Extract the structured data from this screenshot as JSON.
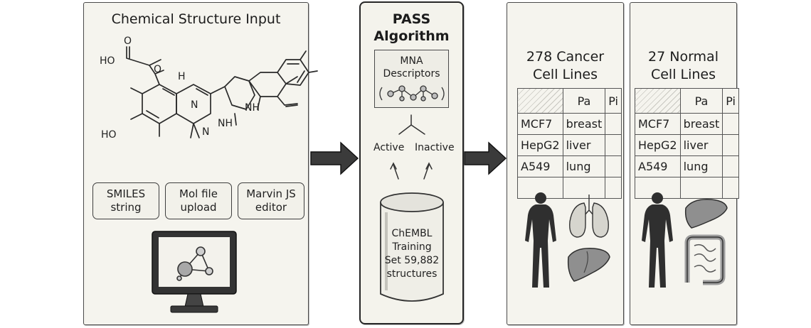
{
  "input_panel": {
    "title": "Chemical Structure Input",
    "molecule_labels": {
      "carbonyl_o": "O",
      "acid_ho": "HO",
      "alcohol_o": "O",
      "alcohol_h": "H",
      "phenol_ho": "HO",
      "ring_n1": "N",
      "ring_nh": "NH",
      "ring_n2": "N",
      "ring_nh2": "NH"
    },
    "options": [
      {
        "label": "SMILES\nstring"
      },
      {
        "label": "Mol file\nupload"
      },
      {
        "label": "Marvin JS\neditor"
      }
    ]
  },
  "pass_panel": {
    "title": "PASS\nAlgorithm",
    "descriptor_label": "MNA\nDescriptors",
    "active_label": "Active",
    "inactive_label": "Inactive",
    "database_label": "ChEMBL\nTraining\nSet 59,882\nstructures"
  },
  "cancer_panel": {
    "title": "278 Cancer\nCell Lines",
    "headers": [
      "",
      "Pa",
      "Pi"
    ],
    "rows": [
      {
        "name": "MCF7",
        "tissue": "breast"
      },
      {
        "name": "HepG2",
        "tissue": "liver"
      },
      {
        "name": "A549",
        "tissue": "lung"
      }
    ]
  },
  "normal_panel": {
    "title": "27 Normal\nCell Lines",
    "headers": [
      "",
      "Pa",
      "Pi"
    ],
    "rows": [
      {
        "name": "MCF7",
        "tissue": "breast"
      },
      {
        "name": "HepG2",
        "tissue": "liver"
      },
      {
        "name": "A549",
        "tissue": "lung"
      }
    ]
  }
}
